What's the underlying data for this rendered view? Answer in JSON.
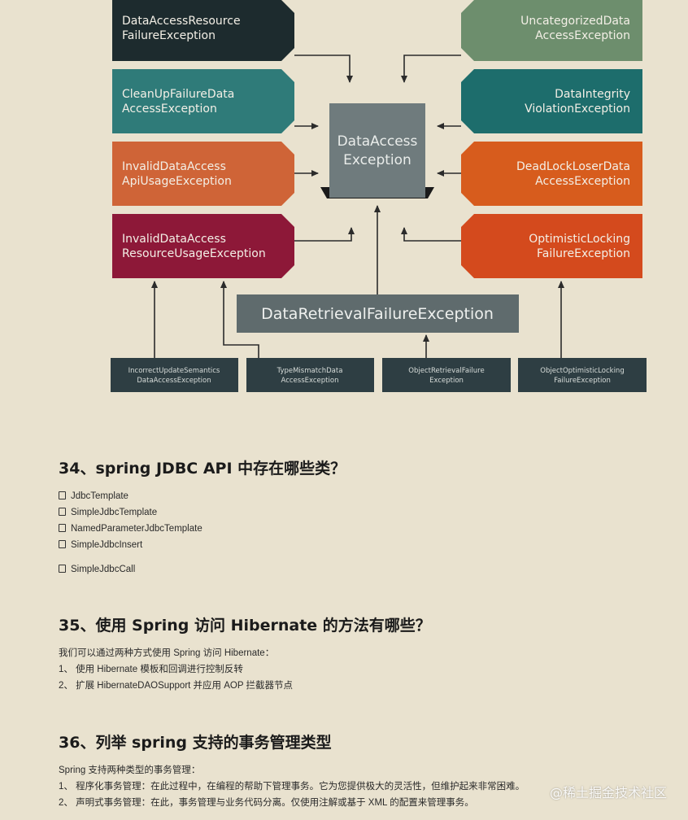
{
  "diagram": {
    "center_box": {
      "line1": "DataAccess",
      "line2": "Exception"
    },
    "middle_box": {
      "label": "DataRetrievalFailureException"
    },
    "left_boxes": [
      {
        "line1": "DataAccessResource",
        "line2": "FailureException",
        "color": "#1d2b2e"
      },
      {
        "line1": "CleanUpFailureData",
        "line2": "AccessException",
        "color": "#2f7b79"
      },
      {
        "line1": "InvalidDataAccess",
        "line2": "ApiUsageException",
        "color": "#cf6437"
      },
      {
        "line1": "InvalidDataAccess",
        "line2": "ResourceUsageException",
        "color": "#8d1838"
      }
    ],
    "right_boxes": [
      {
        "line1": "UncategorizedData",
        "line2": "AccessException",
        "color": "#6d8e6d"
      },
      {
        "line1": "DataIntegrity",
        "line2": "ViolationException",
        "color": "#1d6d6c"
      },
      {
        "line1": "DeadLockLoserData",
        "line2": "AccessException",
        "color": "#d75c1d"
      },
      {
        "line1": "OptimisticLocking",
        "line2": "FailureException",
        "color": "#d44a1d"
      }
    ],
    "bottom_boxes": [
      {
        "line1": "IncorrectUpdateSemantics",
        "line2": "DataAccessException"
      },
      {
        "line1": "TypeMismatchData",
        "line2": "AccessException"
      },
      {
        "line1": "ObjectRetrievalFailure",
        "line2": "Exception"
      },
      {
        "line1": "ObjectOptimisticLocking",
        "line2": "FailureException"
      }
    ],
    "colors": {
      "center": "#6f7b7d",
      "middle": "#5f6b6d",
      "bottom": "#2e3e43",
      "arrow": "#2b2b2b"
    }
  },
  "q34": {
    "title": "34、spring JDBC API 中存在哪些类？",
    "items": [
      "JdbcTemplate",
      "SimpleJdbcTemplate",
      "NamedParameterJdbcTemplate",
      "SimpleJdbcInsert",
      "SimpleJdbcCall"
    ]
  },
  "q35": {
    "title": "35、使用 Spring 访问 Hibernate 的方法有哪些？",
    "intro": "我们可以通过两种方式使用 Spring 访问 Hibernate：",
    "items": [
      "1、 使用 Hibernate 模板和回调进行控制反转",
      "2、 扩展 HibernateDAOSupport 并应用 AOP 拦截器节点"
    ]
  },
  "q36": {
    "title": "36、列举 spring 支持的事务管理类型",
    "intro": "Spring 支持两种类型的事务管理：",
    "items": [
      "1、 程序化事务管理：在此过程中，在编程的帮助下管理事务。它为您提供极大的灵活性，但维护起来非常困难。",
      "2、 声明式事务管理：在此，事务管理与业务代码分离。仅使用注解或基于 XML 的配置来管理事务。"
    ]
  },
  "watermark": "@稀土掘金技术社区"
}
